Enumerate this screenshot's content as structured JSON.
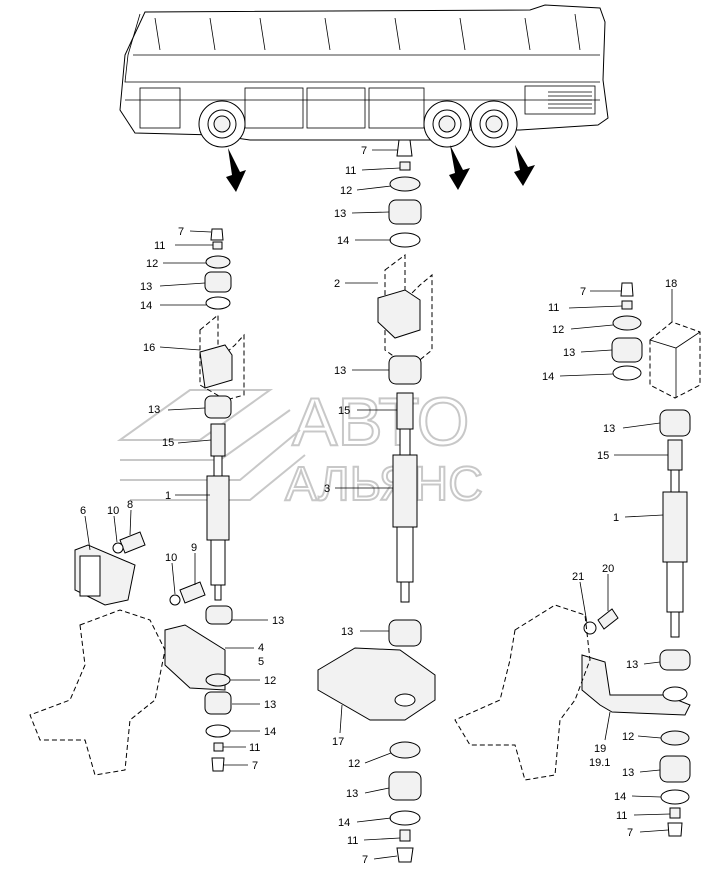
{
  "watermark": {
    "line1": "АВТО",
    "line2": "АЛЬЯНС"
  },
  "labels": {
    "left": {
      "l7a": "7",
      "l11a": "11",
      "l12a": "12",
      "l13a": "13",
      "l14a": "14",
      "l16": "16",
      "l13b": "13",
      "l15": "15",
      "l1": "1",
      "l6": "6",
      "l10a": "10",
      "l8": "8",
      "l10b": "10",
      "l9": "9",
      "l13c": "13",
      "l4": "4",
      "l5": "5",
      "l12b": "12",
      "l13d": "13",
      "l14b": "14",
      "l11b": "11",
      "l7b": "7"
    },
    "center": {
      "c7a": "7",
      "c11a": "11",
      "c12a": "12",
      "c13a": "13",
      "c14a": "14",
      "c2": "2",
      "c13b": "13",
      "c15": "15",
      "c3": "3",
      "c13c": "13",
      "c17": "17",
      "c12b": "12",
      "c13d": "13",
      "c14b": "14",
      "c11b": "11",
      "c7b": "7"
    },
    "right": {
      "r18": "18",
      "r7a": "7",
      "r11a": "11",
      "r12a": "12",
      "r13a": "13",
      "r14a": "14",
      "r13b": "13",
      "r15": "15",
      "r1": "1",
      "r21": "21",
      "r20": "20",
      "r13c": "13",
      "r19": "19",
      "r191": "19.1",
      "r12b": "12",
      "r13d": "13",
      "r14b": "14",
      "r11b": "11",
      "r7b": "7"
    }
  }
}
